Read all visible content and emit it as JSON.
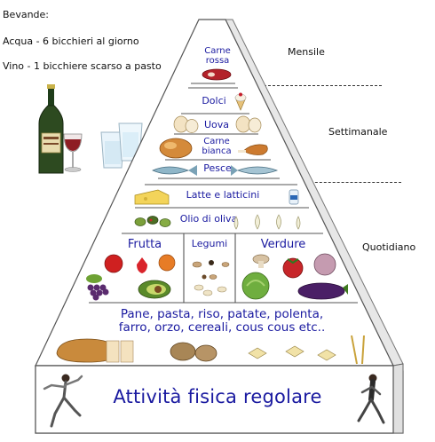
{
  "drinks": {
    "title": "Bevande:",
    "water": "Acqua - 6 bicchieri al giorno",
    "wine": "Vino - 1 bicchiere scarso a pasto"
  },
  "frequencies": {
    "monthly": "Mensile",
    "weekly": "Settimanale",
    "daily": "Quotidiano"
  },
  "pyramid": {
    "top": {
      "line1": "Carne",
      "line2": "rossa"
    },
    "sweets": "Dolci",
    "eggs": "Uova",
    "white_meat": {
      "line1": "Carne",
      "line2": "bianca"
    },
    "fish": "Pesce",
    "dairy": "Latte e latticini",
    "oil": "Olio di oliva",
    "fruit": "Frutta",
    "legumes": "Legumi",
    "vegetables": "Verdure",
    "grains": {
      "line1": "Pane, pasta, riso, patate, polenta,",
      "line2": "farro, orzo, cereali, cous cous etc.."
    },
    "base": "Attività fisica regolare"
  },
  "colors": {
    "label_blue": "#1a1aa0",
    "outline": "#555555"
  }
}
